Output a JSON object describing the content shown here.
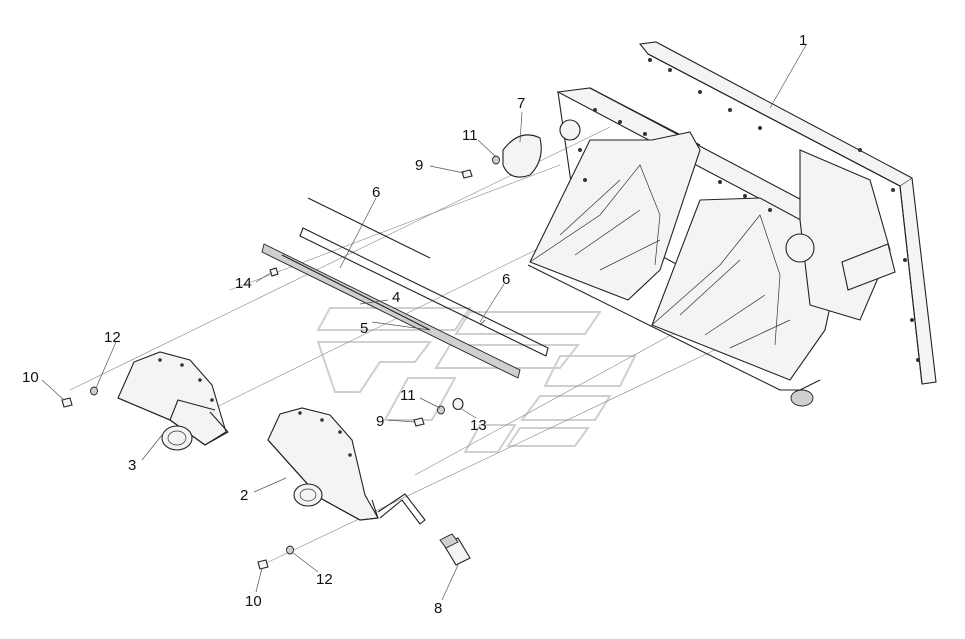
{
  "labels": [
    {
      "id": "l1",
      "text": "1"
    },
    {
      "id": "l2",
      "text": "2"
    },
    {
      "id": "l3",
      "text": "3"
    },
    {
      "id": "l4",
      "text": "4"
    },
    {
      "id": "l5",
      "text": "5"
    },
    {
      "id": "l6a",
      "text": "6"
    },
    {
      "id": "l6b",
      "text": "6"
    },
    {
      "id": "l7",
      "text": "7"
    },
    {
      "id": "l8",
      "text": "8"
    },
    {
      "id": "l9a",
      "text": "9"
    },
    {
      "id": "l9b",
      "text": "9"
    },
    {
      "id": "l10a",
      "text": "10"
    },
    {
      "id": "l10b",
      "text": "10"
    },
    {
      "id": "l11a",
      "text": "11"
    },
    {
      "id": "l11b",
      "text": "11"
    },
    {
      "id": "l12a",
      "text": "12"
    },
    {
      "id": "l12b",
      "text": "12"
    },
    {
      "id": "l13",
      "text": "13"
    },
    {
      "id": "l14",
      "text": "14"
    }
  ],
  "colors": {
    "line": "#222222",
    "leader": "#555555",
    "watermark": "#cfcfcf",
    "background": "#ffffff"
  }
}
